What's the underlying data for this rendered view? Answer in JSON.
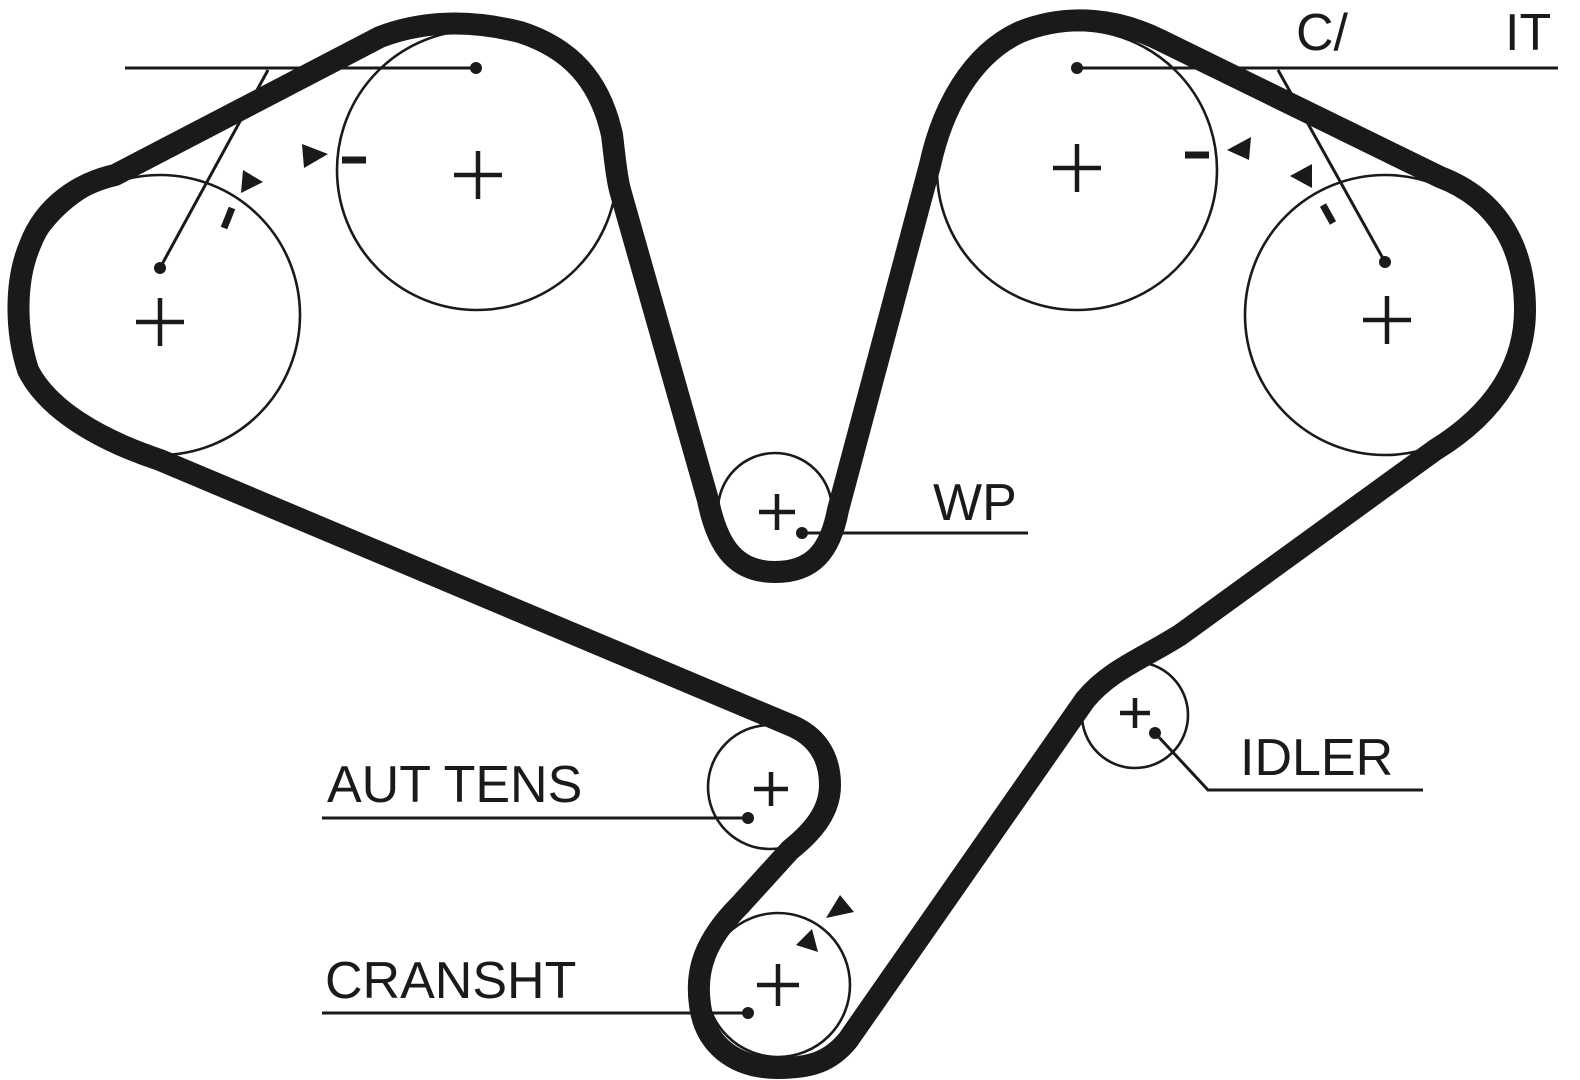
{
  "diagram": {
    "labels": {
      "camshaft": "C/",
      "camshaft_suffix": "IT",
      "water_pump": "WP",
      "idler": "IDLER",
      "tensioner": "AUT TENS",
      "crankshaft": "CRANSHT"
    },
    "pulleys": [
      {
        "name": "left-outer-camshaft-pulley"
      },
      {
        "name": "left-inner-camshaft-pulley"
      },
      {
        "name": "right-inner-camshaft-pulley"
      },
      {
        "name": "right-outer-camshaft-pulley"
      },
      {
        "name": "water-pump-pulley"
      },
      {
        "name": "idler-pulley"
      },
      {
        "name": "tensioner-pulley"
      },
      {
        "name": "crankshaft-pulley"
      }
    ],
    "colors": {
      "ink": "#1a1a1a",
      "background": "#ffffff"
    }
  }
}
